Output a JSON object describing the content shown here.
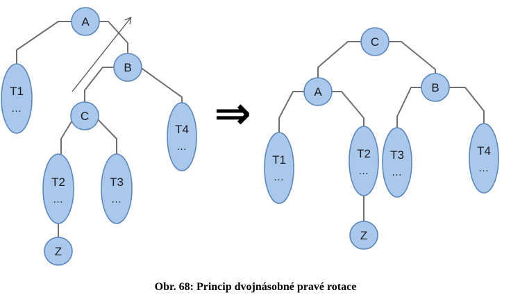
{
  "caption": "Obr. 68: Princip dvojnásobné pravé rotace",
  "colors": {
    "node_fill": "#a9c8ec",
    "node_stroke": "#5b86bd",
    "edge": "#6f6f6f",
    "arrow": "#000000"
  },
  "before_tree": {
    "nodes": [
      "A",
      "B",
      "C",
      "Z"
    ],
    "subtrees": [
      {
        "name": "T1",
        "dots": "…"
      },
      {
        "name": "T2",
        "dots": "…"
      },
      {
        "name": "T3",
        "dots": "…"
      },
      {
        "name": "T4",
        "dots": "…"
      }
    ],
    "edges": [
      "A-T1",
      "A-B",
      "B-C",
      "B-T4",
      "C-T2",
      "C-T3",
      "T2-Z"
    ]
  },
  "after_tree": {
    "nodes": [
      "C",
      "A",
      "B",
      "Z"
    ],
    "subtrees": [
      {
        "name": "T1",
        "dots": "…"
      },
      {
        "name": "T2",
        "dots": "…"
      },
      {
        "name": "T3",
        "dots": "…"
      },
      {
        "name": "T4",
        "dots": "…"
      }
    ],
    "edges": [
      "C-A",
      "C-B",
      "A-T1",
      "A-T2",
      "B-T3",
      "B-T4",
      "T2-Z"
    ]
  },
  "transform_arrow": "⇒"
}
